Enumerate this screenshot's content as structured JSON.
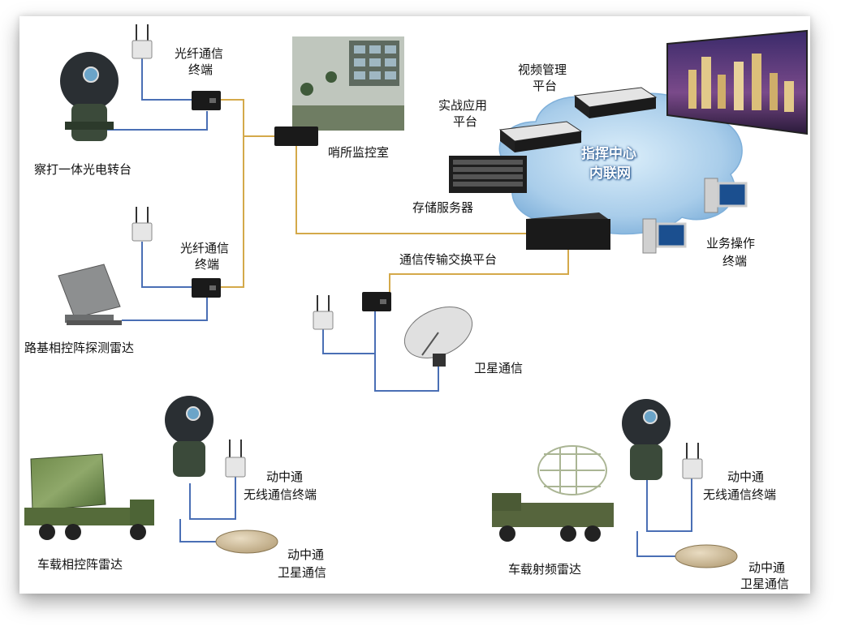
{
  "labels": {
    "camera_turret": "察打一体光电转台",
    "fiber_terminal_1_l1": "光纤通信",
    "fiber_terminal_1_l2": "终端",
    "fiber_terminal_2_l1": "光纤通信",
    "fiber_terminal_2_l2": "终端",
    "sentry_room": "哨所监控室",
    "roadbed_radar": "路基相控阵探测雷达",
    "combat_app_l1": "实战应用",
    "combat_app_l2": "平台",
    "video_mgmt_l1": "视频管理",
    "video_mgmt_l2": "平台",
    "command_center_l1": "指挥中心",
    "command_center_l2": "内联网",
    "storage_server": "存储服务器",
    "comm_switch": "通信传输交换平台",
    "business_terminal_l1": "业务操作",
    "business_terminal_l2": "终端",
    "satellite": "卫星通信",
    "mobile_wireless_1_l1": "动中通",
    "mobile_wireless_1_l2": "无线通信终端",
    "mobile_sat_1_l1": "动中通",
    "mobile_sat_1_l2": "卫星通信",
    "vehicle_phased_radar": "车载相控阵雷达",
    "mobile_wireless_2_l1": "动中通",
    "mobile_wireless_2_l2": "无线通信终端",
    "mobile_sat_2_l1": "动中通",
    "mobile_sat_2_l2": "卫星通信",
    "vehicle_rf_radar": "车载射频雷达"
  },
  "colors": {
    "fiber_link": "#d4a94a",
    "blue_link": "#4a6fb5",
    "cloud": "#a9cdea",
    "device": "#1a1a1a"
  }
}
